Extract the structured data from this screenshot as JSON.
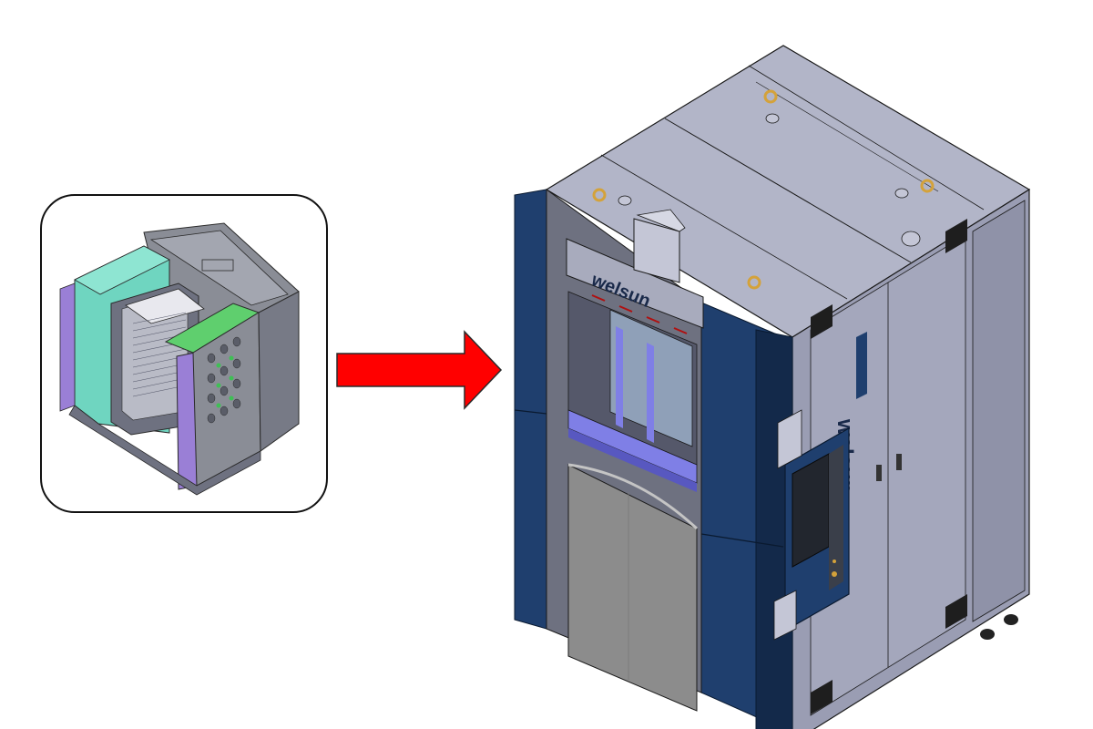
{
  "figure": {
    "inset_label": "mold-assembly",
    "arrow_color": "#ff0000",
    "arrow_outline": "#2a2a2a",
    "machine": {
      "brand_text": "welsun",
      "side_brand_text": "welsun",
      "colors": {
        "frame_blue": "#1f3f6e",
        "frame_blue_dark": "#13294a",
        "panel_grey": "#9a9db3",
        "panel_grey_dark": "#7e8197",
        "top_grey": "#b2b5c8",
        "platen_blue": "#7f7fe6",
        "guard_grey": "#8c8c8c",
        "eyebolt": "#d4a23a"
      }
    },
    "mold_colors": {
      "teal": "#6fd5c0",
      "green": "#5fcf6e",
      "purple": "#9a7fd6",
      "grey": "#8a8d96",
      "light": "#e8e8ee"
    }
  }
}
